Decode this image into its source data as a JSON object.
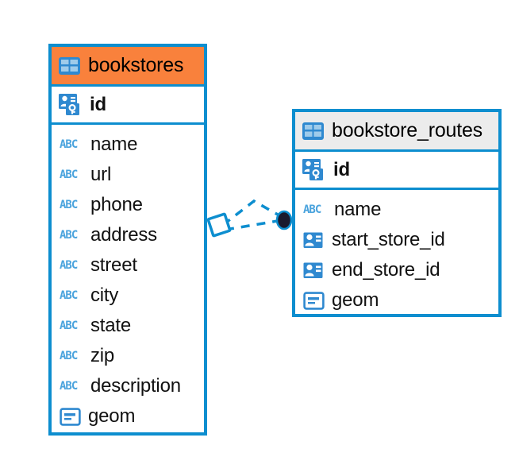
{
  "diagram": {
    "type": "entity-relationship-diagram",
    "background_color": "#ffffff",
    "accent_color": "#0d8ecf",
    "selected_color": "#f9813c",
    "header_plain_color": "#ececec",
    "icon_color": "#4aa3dd"
  },
  "entities": [
    {
      "name": "bookstores",
      "selected": true,
      "header_icon": "table-icon",
      "primary_key": {
        "label": "id",
        "icon": "primary-key-icon"
      },
      "fields": [
        {
          "label": "name",
          "icon": "abc-text-icon"
        },
        {
          "label": "url",
          "icon": "abc-text-icon"
        },
        {
          "label": "phone",
          "icon": "abc-text-icon"
        },
        {
          "label": "address",
          "icon": "abc-text-icon"
        },
        {
          "label": "street",
          "icon": "abc-text-icon"
        },
        {
          "label": "city",
          "icon": "abc-text-icon"
        },
        {
          "label": "state",
          "icon": "abc-text-icon"
        },
        {
          "label": "zip",
          "icon": "abc-text-icon"
        },
        {
          "label": "description",
          "icon": "abc-text-icon"
        },
        {
          "label": "geom",
          "icon": "geometry-icon"
        }
      ]
    },
    {
      "name": "bookstore_routes",
      "selected": false,
      "header_icon": "table-icon",
      "primary_key": {
        "label": "id",
        "icon": "primary-key-icon"
      },
      "fields": [
        {
          "label": "name",
          "icon": "abc-text-icon"
        },
        {
          "label": "start_store_id",
          "icon": "foreign-key-icon"
        },
        {
          "label": "end_store_id",
          "icon": "foreign-key-icon"
        },
        {
          "label": "geom",
          "icon": "geometry-icon"
        }
      ]
    }
  ],
  "relationship": {
    "style": "dashed",
    "color": "#0d8ecf",
    "source_endpoint": "diamond",
    "target_endpoint": "filled-dot",
    "target_dot_color": "#1a1a2e"
  }
}
